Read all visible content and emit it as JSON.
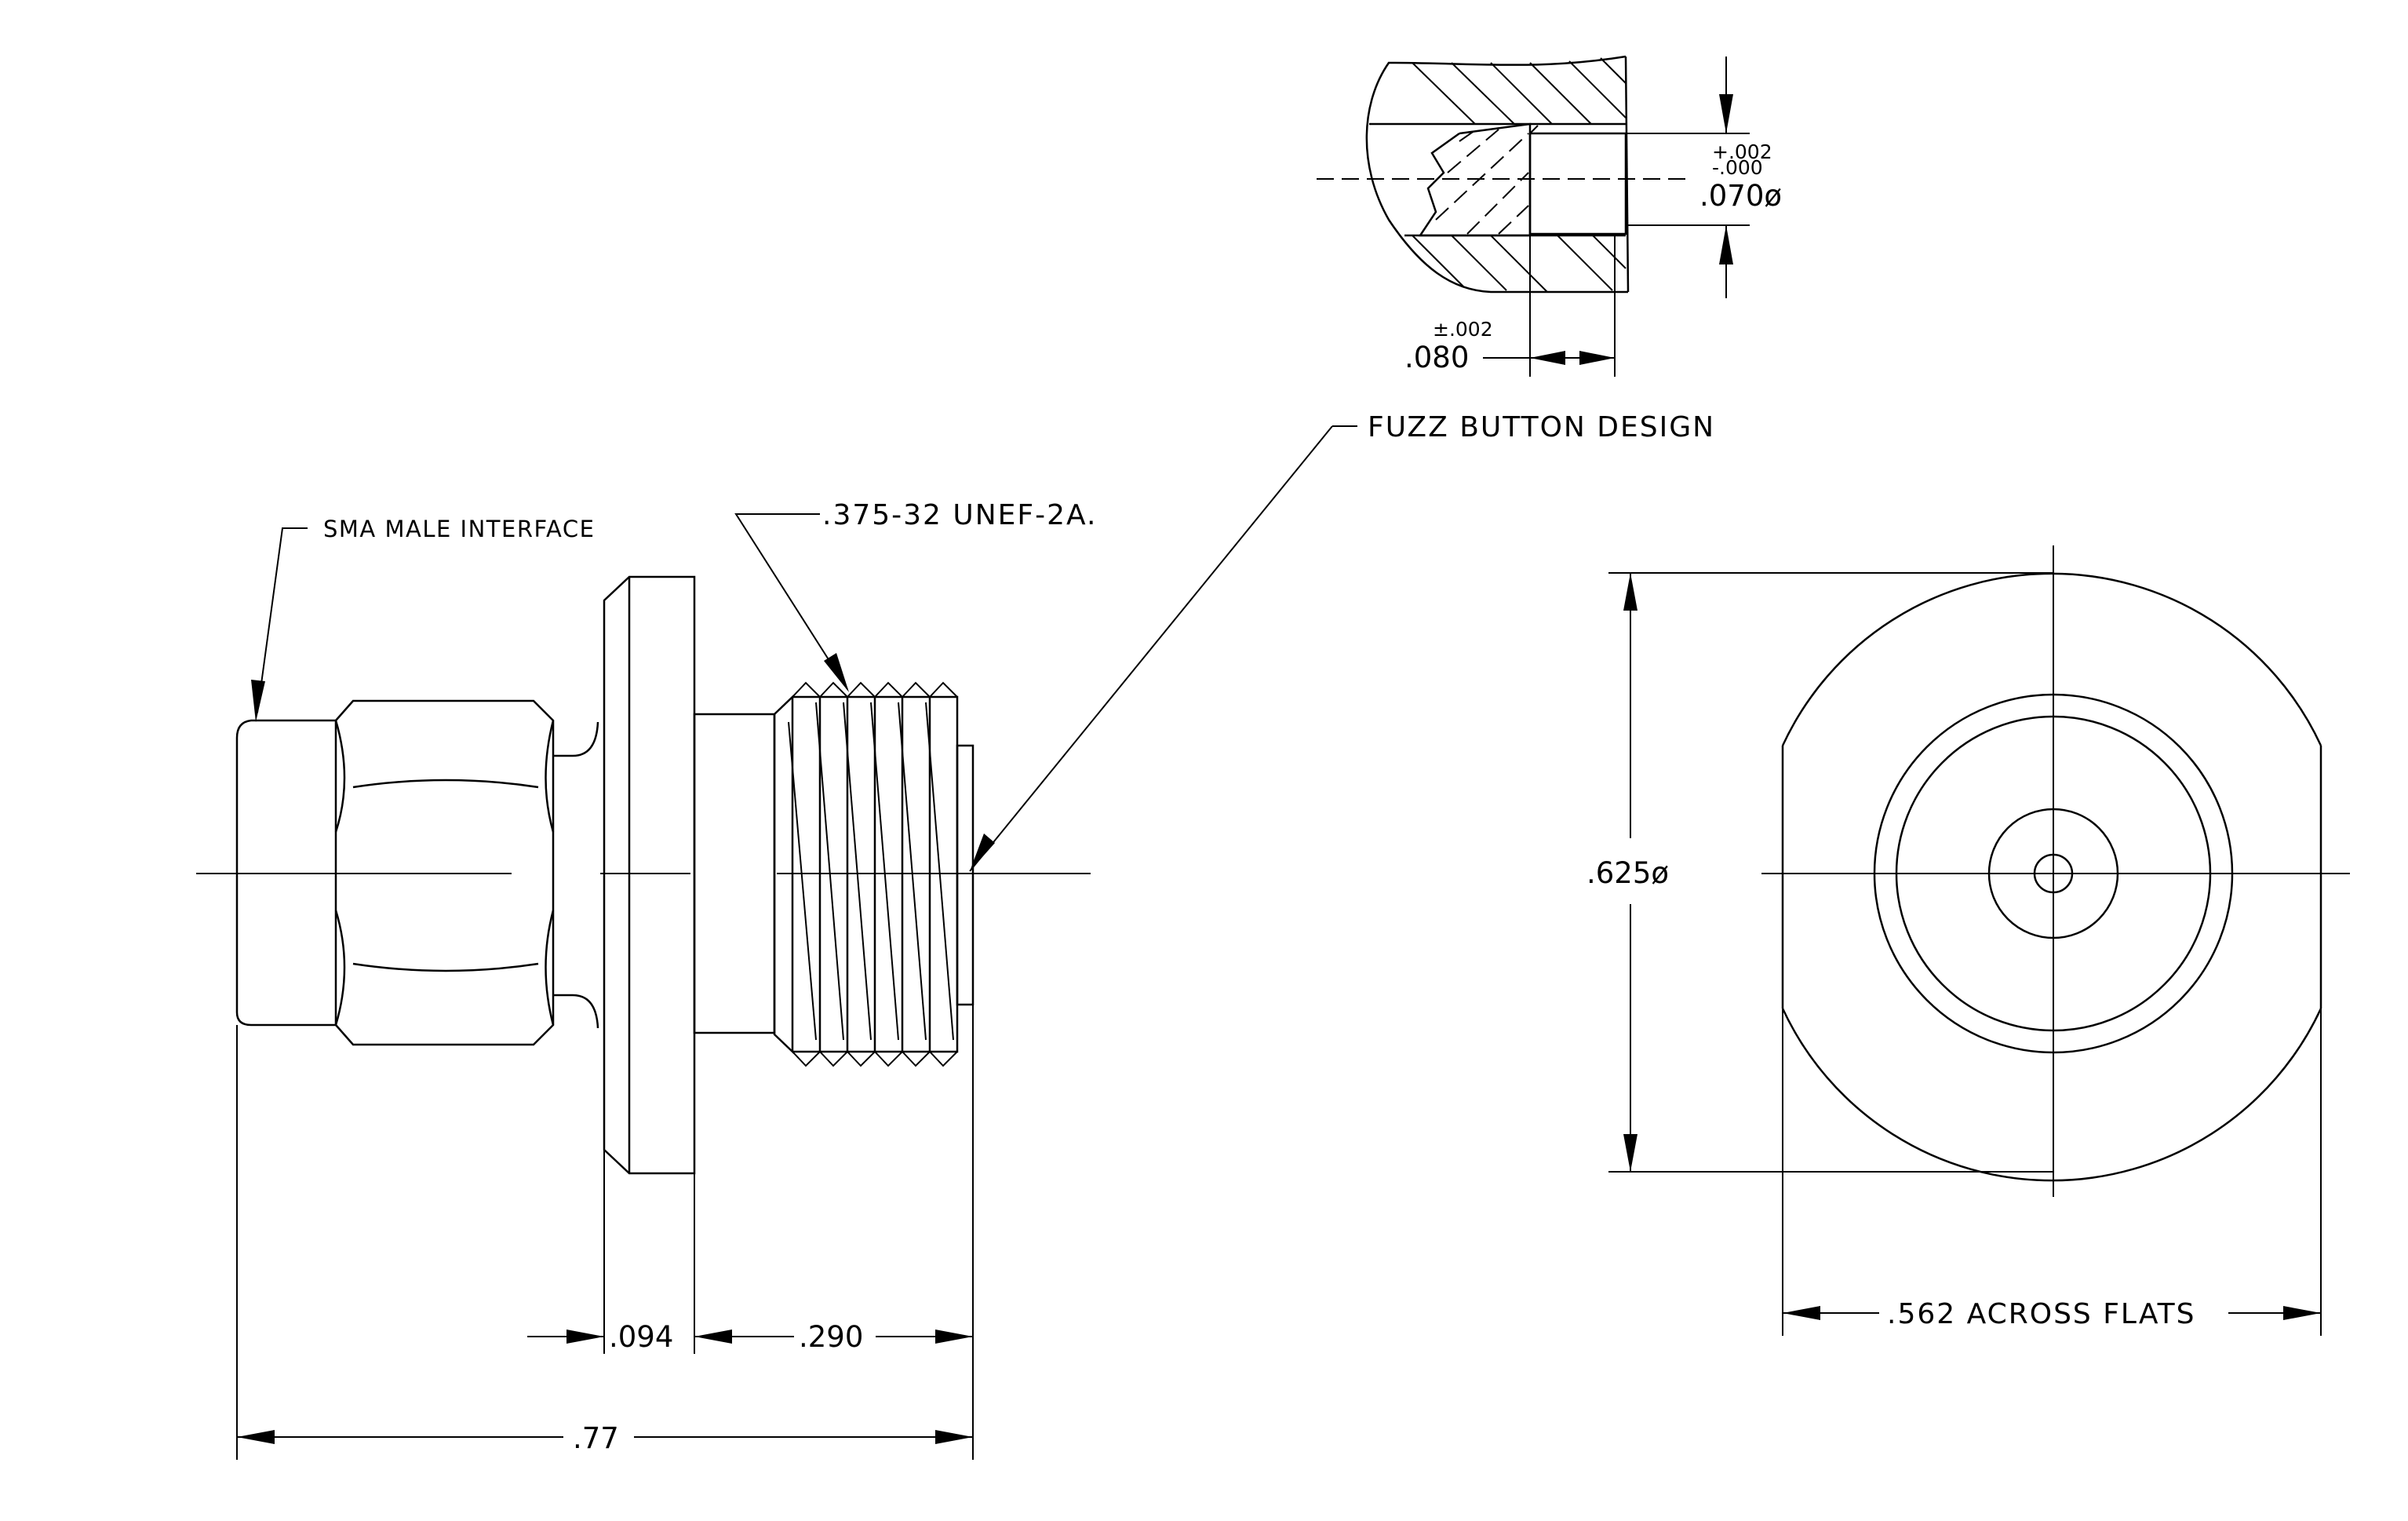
{
  "labels": {
    "sma": "SMA MALE INTERFACE",
    "thread": ".375-32 UNEF-2A.",
    "fuzz": "FUZZ BUTTON DESIGN"
  },
  "dims": {
    "flange_thk": ".094",
    "thread_len": ".290",
    "overall_len": ".77",
    "body_dia": ".625ø",
    "across_flats": ".562 ACROSS FLATS",
    "bore_dia": ".070ø",
    "bore_tol_plus": "+.002",
    "bore_tol_minus": "-.000",
    "bore_depth": ".080",
    "bore_depth_tol": "±.002"
  }
}
